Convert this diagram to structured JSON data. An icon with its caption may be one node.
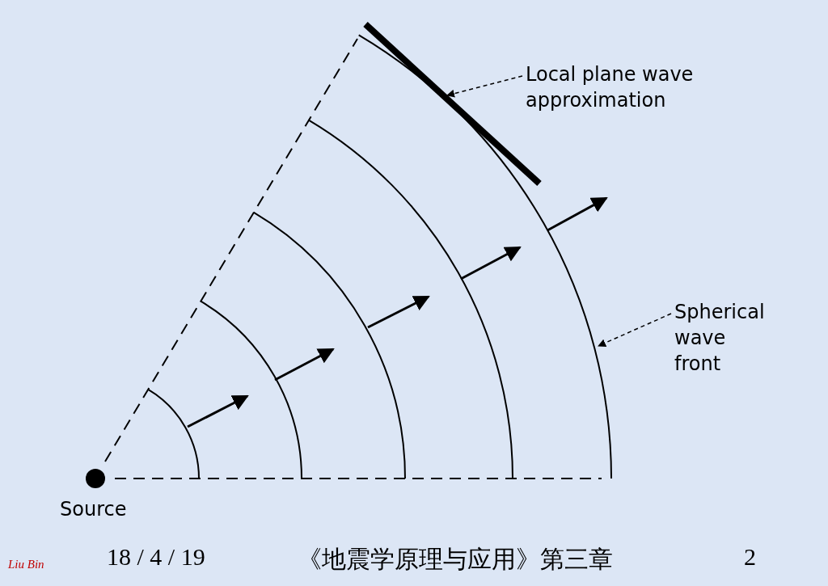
{
  "diagram": {
    "nodes": [
      {
        "text": [],
        "shape": "circle",
        "beside": [
          "Source"
        ]
      },
      {
        "text": [
          "Local plane wave approximation"
        ]
      },
      {
        "text": [],
        "shape": "bar"
      },
      {
        "text": [
          "Spherical wave front"
        ]
      },
      {
        "text": [],
        "shape": "arc"
      }
    ],
    "edges": [
      {
        "from": 1,
        "to": 2,
        "arrow": "to",
        "style": "dashed"
      },
      {
        "from": 3,
        "to": 4,
        "arrow": "to",
        "style": "dashed"
      }
    ],
    "labels": [
      "Liu Bin",
      "18 / 4 / 19",
      "《地震学原理与应用》第三章",
      "2"
    ]
  }
}
